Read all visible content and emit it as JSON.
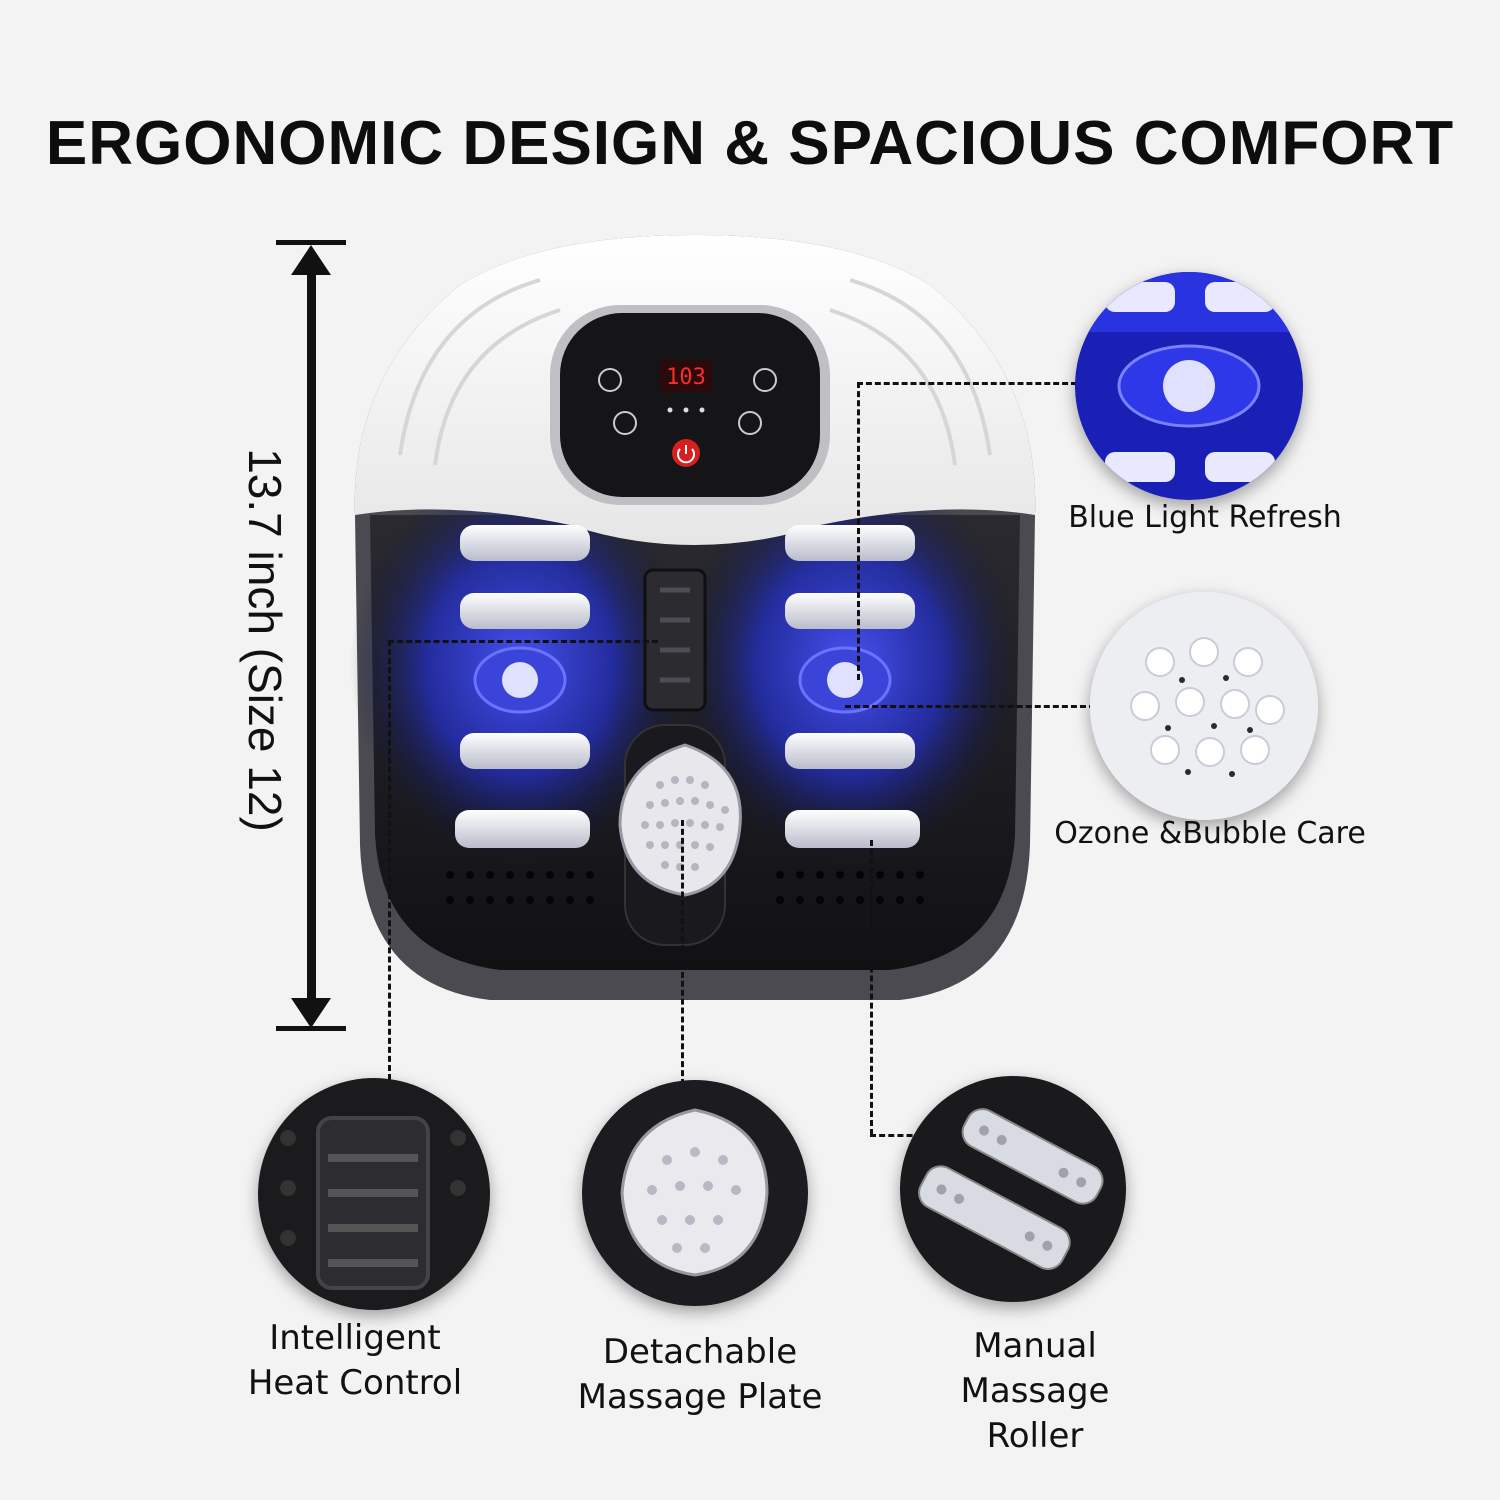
{
  "headline": "ERGONOMIC DESIGN & SPACIOUS COMFORT",
  "dimension": {
    "label": "13.7 inch (Size 12)"
  },
  "display": {
    "temperature": "103"
  },
  "features": {
    "blue_light": "Blue Light Refresh",
    "ozone": "Ozone &Bubble Care",
    "heat": [
      "Intelligent",
      "Heat Control"
    ],
    "plate": [
      "Detachable",
      "Massage Plate"
    ],
    "roller": [
      "Manual",
      "Massage",
      "Roller"
    ]
  },
  "colors": {
    "accent_blue": "#2a34d6",
    "shell_white": "#f7f7f7",
    "basin_dark": "#1d1d22",
    "display_red": "#ff2a2a"
  }
}
